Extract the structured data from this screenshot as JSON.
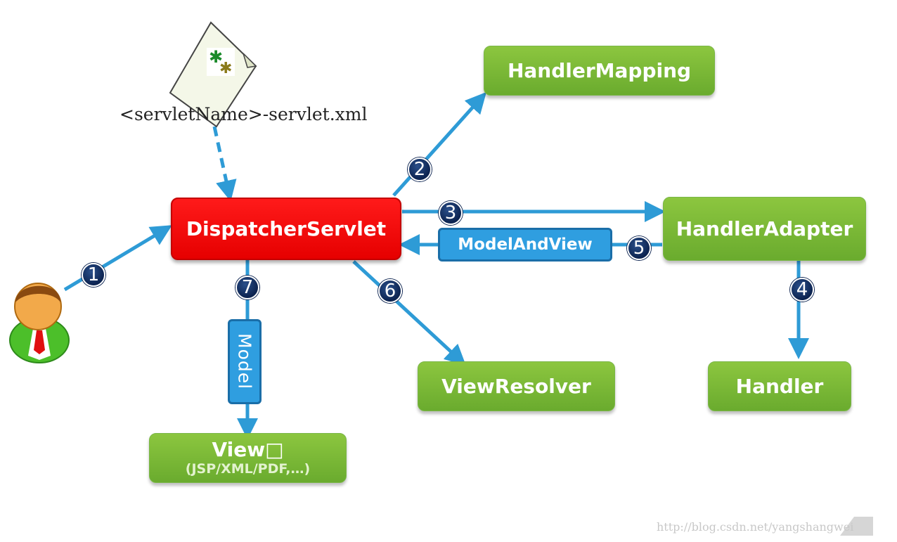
{
  "diagram": {
    "config_file": "<servletName>-servlet.xml",
    "nodes": {
      "dispatcher": "DispatcherServlet",
      "handler_mapping": "HandlerMapping",
      "handler_adapter": "HandlerAdapter",
      "handler": "Handler",
      "view_resolver": "ViewResolver",
      "view_title": "View□",
      "view_subtitle": "(JSP/XML/PDF,…)",
      "model_and_view": "ModelAndView",
      "model": "Model"
    },
    "steps": [
      "1",
      "2",
      "3",
      "4",
      "5",
      "6",
      "7"
    ],
    "colors": {
      "arrow": "#2e9bd6",
      "green_box": "#7cba3c",
      "red_box": "#ff0000",
      "blue_box": "#2f9ee0",
      "badge": "#0c2350"
    }
  },
  "watermark": "http://blog.csdn.net/yangshangwei"
}
